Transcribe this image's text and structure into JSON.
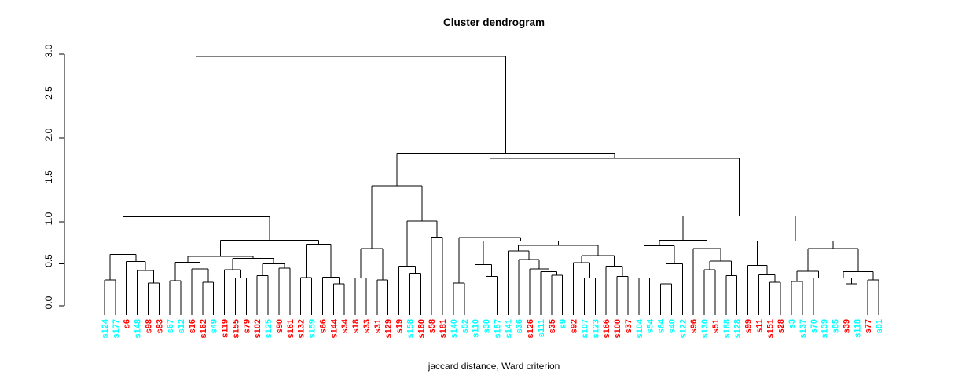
{
  "title": "Cluster dendrogram",
  "caption": "jaccard distance, Ward criterion",
  "chart_data": {
    "type": "dendrogram",
    "title": "Cluster dendrogram",
    "xlabel": "jaccard distance, Ward criterion",
    "ylabel": "",
    "ylim": [
      0,
      3.0
    ],
    "grid": false,
    "yticks": [
      "0.0",
      "0.5",
      "1.0",
      "1.5",
      "2.0",
      "2.5",
      "3.0"
    ],
    "ytick_values": [
      0,
      0.5,
      1,
      1.5,
      2,
      2.5,
      3
    ],
    "colors": {
      "cluster_red": "#FF0000",
      "cluster_cyan": "#00FFFF",
      "line": "#000000"
    },
    "leaves": [
      {
        "label": "s124",
        "color": "#00FFFF"
      },
      {
        "label": "s177",
        "color": "#00FFFF"
      },
      {
        "label": "s6",
        "color": "#FF0000"
      },
      {
        "label": "s148",
        "color": "#00FFFF"
      },
      {
        "label": "s98",
        "color": "#FF0000"
      },
      {
        "label": "s83",
        "color": "#FF0000"
      },
      {
        "label": "s67",
        "color": "#00FFFF"
      },
      {
        "label": "s12",
        "color": "#00FFFF"
      },
      {
        "label": "s16",
        "color": "#FF0000"
      },
      {
        "label": "s162",
        "color": "#FF0000"
      },
      {
        "label": "s49",
        "color": "#00FFFF"
      },
      {
        "label": "s119",
        "color": "#FF0000"
      },
      {
        "label": "s155",
        "color": "#FF0000"
      },
      {
        "label": "s79",
        "color": "#FF0000"
      },
      {
        "label": "s102",
        "color": "#FF0000"
      },
      {
        "label": "s125",
        "color": "#00FFFF"
      },
      {
        "label": "s90",
        "color": "#FF0000"
      },
      {
        "label": "s161",
        "color": "#FF0000"
      },
      {
        "label": "s132",
        "color": "#FF0000"
      },
      {
        "label": "s159",
        "color": "#00FFFF"
      },
      {
        "label": "s66",
        "color": "#FF0000"
      },
      {
        "label": "s144",
        "color": "#FF0000"
      },
      {
        "label": "s34",
        "color": "#FF0000"
      },
      {
        "label": "s18",
        "color": "#FF0000"
      },
      {
        "label": "s33",
        "color": "#FF0000"
      },
      {
        "label": "s31",
        "color": "#FF0000"
      },
      {
        "label": "s129",
        "color": "#FF0000"
      },
      {
        "label": "s19",
        "color": "#FF0000"
      },
      {
        "label": "s158",
        "color": "#00FFFF"
      },
      {
        "label": "s180",
        "color": "#FF0000"
      },
      {
        "label": "s58",
        "color": "#FF0000"
      },
      {
        "label": "s181",
        "color": "#FF0000"
      },
      {
        "label": "s140",
        "color": "#00FFFF"
      },
      {
        "label": "s52",
        "color": "#00FFFF"
      },
      {
        "label": "s110",
        "color": "#00FFFF"
      },
      {
        "label": "s30",
        "color": "#00FFFF"
      },
      {
        "label": "s157",
        "color": "#00FFFF"
      },
      {
        "label": "s141",
        "color": "#00FFFF"
      },
      {
        "label": "s36",
        "color": "#00FFFF"
      },
      {
        "label": "s126",
        "color": "#FF0000"
      },
      {
        "label": "s111",
        "color": "#00FFFF"
      },
      {
        "label": "s35",
        "color": "#FF0000"
      },
      {
        "label": "s9",
        "color": "#00FFFF"
      },
      {
        "label": "s92",
        "color": "#FF0000"
      },
      {
        "label": "s107",
        "color": "#00FFFF"
      },
      {
        "label": "s123",
        "color": "#00FFFF"
      },
      {
        "label": "s166",
        "color": "#FF0000"
      },
      {
        "label": "s100",
        "color": "#FF0000"
      },
      {
        "label": "s37",
        "color": "#FF0000"
      },
      {
        "label": "s104",
        "color": "#00FFFF"
      },
      {
        "label": "s54",
        "color": "#00FFFF"
      },
      {
        "label": "s64",
        "color": "#00FFFF"
      },
      {
        "label": "s40",
        "color": "#00FFFF"
      },
      {
        "label": "s122",
        "color": "#00FFFF"
      },
      {
        "label": "s96",
        "color": "#FF0000"
      },
      {
        "label": "s130",
        "color": "#00FFFF"
      },
      {
        "label": "s51",
        "color": "#FF0000"
      },
      {
        "label": "s188",
        "color": "#00FFFF"
      },
      {
        "label": "s128",
        "color": "#00FFFF"
      },
      {
        "label": "s99",
        "color": "#FF0000"
      },
      {
        "label": "s11",
        "color": "#FF0000"
      },
      {
        "label": "s151",
        "color": "#FF0000"
      },
      {
        "label": "s28",
        "color": "#FF0000"
      },
      {
        "label": "s3",
        "color": "#00FFFF"
      },
      {
        "label": "s137",
        "color": "#00FFFF"
      },
      {
        "label": "s70",
        "color": "#00FFFF"
      },
      {
        "label": "s139",
        "color": "#00FFFF"
      },
      {
        "label": "s85",
        "color": "#00FFFF"
      },
      {
        "label": "s39",
        "color": "#FF0000"
      },
      {
        "label": "s118",
        "color": "#00FFFF"
      },
      {
        "label": "s77",
        "color": "#FF0000"
      },
      {
        "label": "s91",
        "color": "#00FFFF"
      }
    ],
    "merge_tree": {
      "h": 2.97,
      "c": [
        {
          "h": 1.06,
          "c": [
            {
              "h": 0.61,
              "c": [
                {
                  "h": 0.31,
                  "c": [
                    0,
                    1
                  ]
                },
                {
                  "h": 0.53,
                  "c": [
                    2,
                    {
                      "h": 0.42,
                      "c": [
                        3,
                        {
                          "h": 0.27,
                          "c": [
                            4,
                            5
                          ]
                        }
                      ]
                    }
                  ]
                }
              ]
            },
            {
              "h": 0.78,
              "c": [
                {
                  "h": 0.59,
                  "c": [
                    {
                      "h": 0.52,
                      "c": [
                        {
                          "h": 0.3,
                          "c": [
                            6,
                            7
                          ]
                        },
                        {
                          "h": 0.44,
                          "c": [
                            8,
                            {
                              "h": 0.28,
                              "c": [
                                9,
                                10
                              ]
                            }
                          ]
                        }
                      ]
                    },
                    {
                      "h": 0.565,
                      "c": [
                        {
                          "h": 0.43,
                          "c": [
                            11,
                            {
                              "h": 0.33,
                              "c": [
                                12,
                                13
                              ]
                            }
                          ]
                        },
                        {
                          "h": 0.5,
                          "c": [
                            {
                              "h": 0.36,
                              "c": [
                                14,
                                15
                              ]
                            },
                            {
                              "h": 0.45,
                              "c": [
                                16,
                                17
                              ]
                            }
                          ]
                        }
                      ]
                    }
                  ]
                },
                {
                  "h": 0.735,
                  "c": [
                    {
                      "h": 0.335,
                      "c": [
                        18,
                        19
                      ]
                    },
                    {
                      "h": 0.34,
                      "c": [
                        20,
                        {
                          "h": 0.26,
                          "c": [
                            21,
                            22
                          ]
                        }
                      ]
                    }
                  ]
                }
              ]
            }
          ]
        },
        {
          "h": 1.82,
          "c": [
            {
              "h": 1.43,
              "c": [
                {
                  "h": 0.68,
                  "c": [
                    {
                      "h": 0.33,
                      "c": [
                        23,
                        24
                      ]
                    },
                    {
                      "h": 0.31,
                      "c": [
                        25,
                        26
                      ]
                    }
                  ]
                },
                {
                  "h": 1.01,
                  "c": [
                    {
                      "h": 0.47,
                      "c": [
                        27,
                        {
                          "h": 0.39,
                          "c": [
                            28,
                            29
                          ]
                        }
                      ]
                    },
                    {
                      "h": 0.82,
                      "c": [
                        30,
                        31
                      ]
                    }
                  ]
                }
              ]
            },
            {
              "h": 1.755,
              "c": [
                {
                  "h": 0.815,
                  "c": [
                    {
                      "h": 0.27,
                      "c": [
                        32,
                        33
                      ]
                    },
                    {
                      "h": 0.77,
                      "c": [
                        {
                          "h": 0.49,
                          "c": [
                            34,
                            {
                              "h": 0.35,
                              "c": [
                                35,
                                36
                              ]
                            }
                          ]
                        },
                        {
                          "h": 0.72,
                          "c": [
                            {
                              "h": 0.655,
                              "c": [
                                37,
                                {
                                  "h": 0.55,
                                  "c": [
                                    38,
                                    {
                                      "h": 0.44,
                                      "c": [
                                        39,
                                        {
                                          "h": 0.405,
                                          "c": [
                                            40,
                                            {
                                              "h": 0.365,
                                              "c": [
                                                41,
                                                42
                                              ]
                                            }
                                          ]
                                        }
                                      ]
                                    }
                                  ]
                                }
                              ]
                            },
                            {
                              "h": 0.6,
                              "c": [
                                {
                                  "h": 0.515,
                                  "c": [
                                    43,
                                    {
                                      "h": 0.33,
                                      "c": [
                                        44,
                                        45
                                      ]
                                    }
                                  ]
                                },
                                {
                                  "h": 0.47,
                                  "c": [
                                    46,
                                    {
                                      "h": 0.35,
                                      "c": [
                                        47,
                                        48
                                      ]
                                    }
                                  ]
                                }
                              ]
                            }
                          ]
                        }
                      ]
                    }
                  ]
                },
                {
                  "h": 1.07,
                  "c": [
                    {
                      "h": 0.78,
                      "c": [
                        {
                          "h": 0.715,
                          "c": [
                            {
                              "h": 0.33,
                              "c": [
                                49,
                                50
                              ]
                            },
                            {
                              "h": 0.5,
                              "c": [
                                {
                                  "h": 0.26,
                                  "c": [
                                    51,
                                    52
                                  ]
                                },
                                53
                              ]
                            }
                          ]
                        },
                        {
                          "h": 0.68,
                          "c": [
                            54,
                            {
                              "h": 0.535,
                              "c": [
                                {
                                  "h": 0.43,
                                  "c": [
                                    55,
                                    56
                                  ]
                                },
                                {
                                  "h": 0.36,
                                  "c": [
                                    57,
                                    58
                                  ]
                                }
                              ]
                            }
                          ]
                        }
                      ]
                    },
                    {
                      "h": 0.77,
                      "c": [
                        {
                          "h": 0.48,
                          "c": [
                            59,
                            {
                              "h": 0.37,
                              "c": [
                                60,
                                {
                                  "h": 0.28,
                                  "c": [
                                    61,
                                    62
                                  ]
                                }
                              ]
                            }
                          ]
                        },
                        {
                          "h": 0.68,
                          "c": [
                            {
                              "h": 0.41,
                              "c": [
                                {
                                  "h": 0.29,
                                  "c": [
                                    63,
                                    64
                                  ]
                                },
                                {
                                  "h": 0.33,
                                  "c": [
                                    65,
                                    66
                                  ]
                                }
                              ]
                            },
                            {
                              "h": 0.405,
                              "c": [
                                {
                                  "h": 0.33,
                                  "c": [
                                    67,
                                    {
                                      "h": 0.26,
                                      "c": [
                                        68,
                                        69
                                      ]
                                    }
                                  ]
                                },
                                {
                                  "h": 0.31,
                                  "c": [
                                    70,
                                    71
                                  ]
                                }
                              ]
                            }
                          ]
                        }
                      ]
                    }
                  ]
                }
              ]
            }
          ]
        }
      ]
    }
  }
}
